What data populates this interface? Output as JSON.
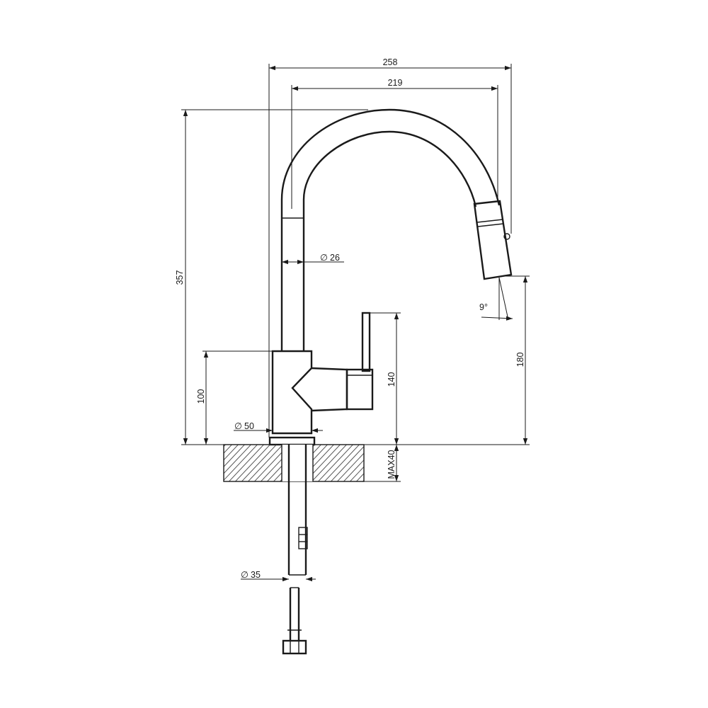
{
  "dimensions": {
    "total_width": "258",
    "spout_reach": "219",
    "total_height": "357",
    "spout_diameter": "26",
    "spout_angle": "9°",
    "spout_clearance": "180",
    "handle_height": "140",
    "body_height": "100",
    "base_diameter": "50",
    "max_deck_thickness": "MAX40",
    "shank_diameter": "35"
  },
  "symbols": {
    "diameter": "∅"
  }
}
